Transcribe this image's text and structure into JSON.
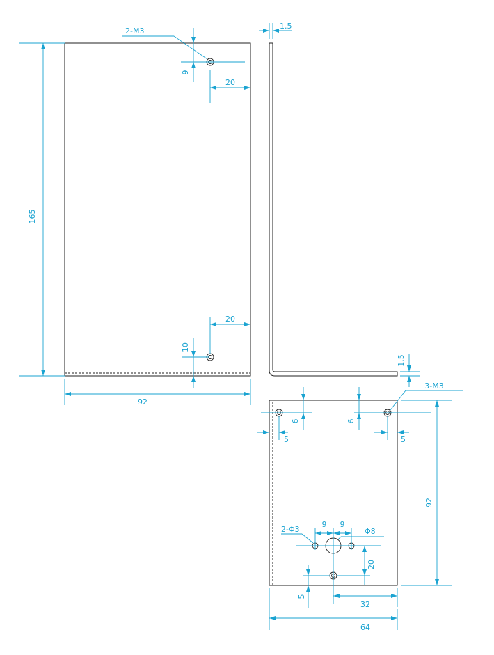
{
  "colors": {
    "part": "#222222",
    "dimension": "#1aa3d1",
    "background": "#ffffff"
  },
  "front_view": {
    "height_label": "165",
    "width_label": "92",
    "top_callout": "2-M3",
    "top_hole_offset_label": "9",
    "top_hole_edge_label": "20",
    "bottom_hole_edge_label": "20",
    "bottom_hole_offset_label": "10"
  },
  "side_view": {
    "thickness_top_label": "1.5",
    "thickness_bottom_label": "1.5"
  },
  "bottom_view": {
    "callout_m3": "3-M3",
    "left_hole_offset_y": "6",
    "left_hole_offset_x": "5",
    "right_hole_offset_y": "6",
    "right_hole_offset_x": "5",
    "height_label": "92",
    "small_holes_callout": "2-Φ3",
    "spacing_left_label": "9",
    "spacing_right_label": "9",
    "big_hole_callout": "Φ8",
    "vertical_20_label": "20",
    "bottom_5_label": "5",
    "horizontal_32_label": "32",
    "width_label": "64"
  }
}
